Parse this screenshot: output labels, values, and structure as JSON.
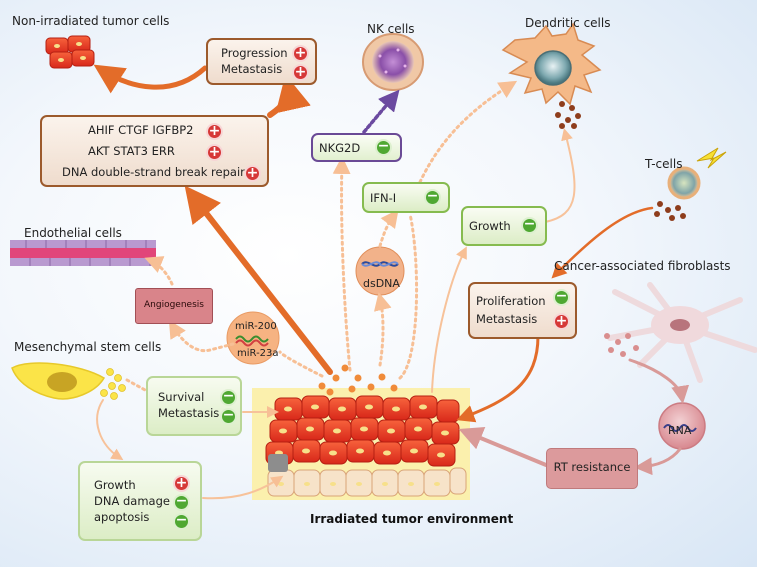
{
  "labels": {
    "non_irradiated": "Non-irradiated tumor cells",
    "nk_cells": "NK cells",
    "dendritic": "Dendritic cells",
    "t_cells": "T-cells",
    "endothelial": "Endothelial cells",
    "caf": "Cancer-associated fibroblasts",
    "msc": "Mesenchymal stem cells",
    "caption": "Irradiated tumor environment"
  },
  "boxes": {
    "progression": [
      "Progression",
      "Metastasis"
    ],
    "genes": [
      "AHIF CTGF IGFBP2",
      "AKT STAT3 ERR",
      "DNA double-strand break repair"
    ],
    "nkg2d": "NKG2D",
    "ifn": "IFN-I",
    "growth": "Growth",
    "proliferation": [
      "Proliferation",
      "Metastasis"
    ],
    "angiogenesis": "Angiogenesis",
    "mir": [
      "miR-200",
      "miR-23a"
    ],
    "dsdna": "dsDNA",
    "survival": [
      "Survival",
      "Metastasis"
    ],
    "growth_dna": [
      "Growth",
      "DNA damage",
      "apoptosis"
    ],
    "rna": "RNA",
    "rt_resistance": "RT resistance"
  },
  "symbols": {
    "plus": "+",
    "minus": "−"
  },
  "colors": {
    "arrow_orange": "#e36c29",
    "arrow_light": "#f7c29a",
    "nk_arrow": "#6b4aa0",
    "pink_arrow": "#d99a98"
  }
}
